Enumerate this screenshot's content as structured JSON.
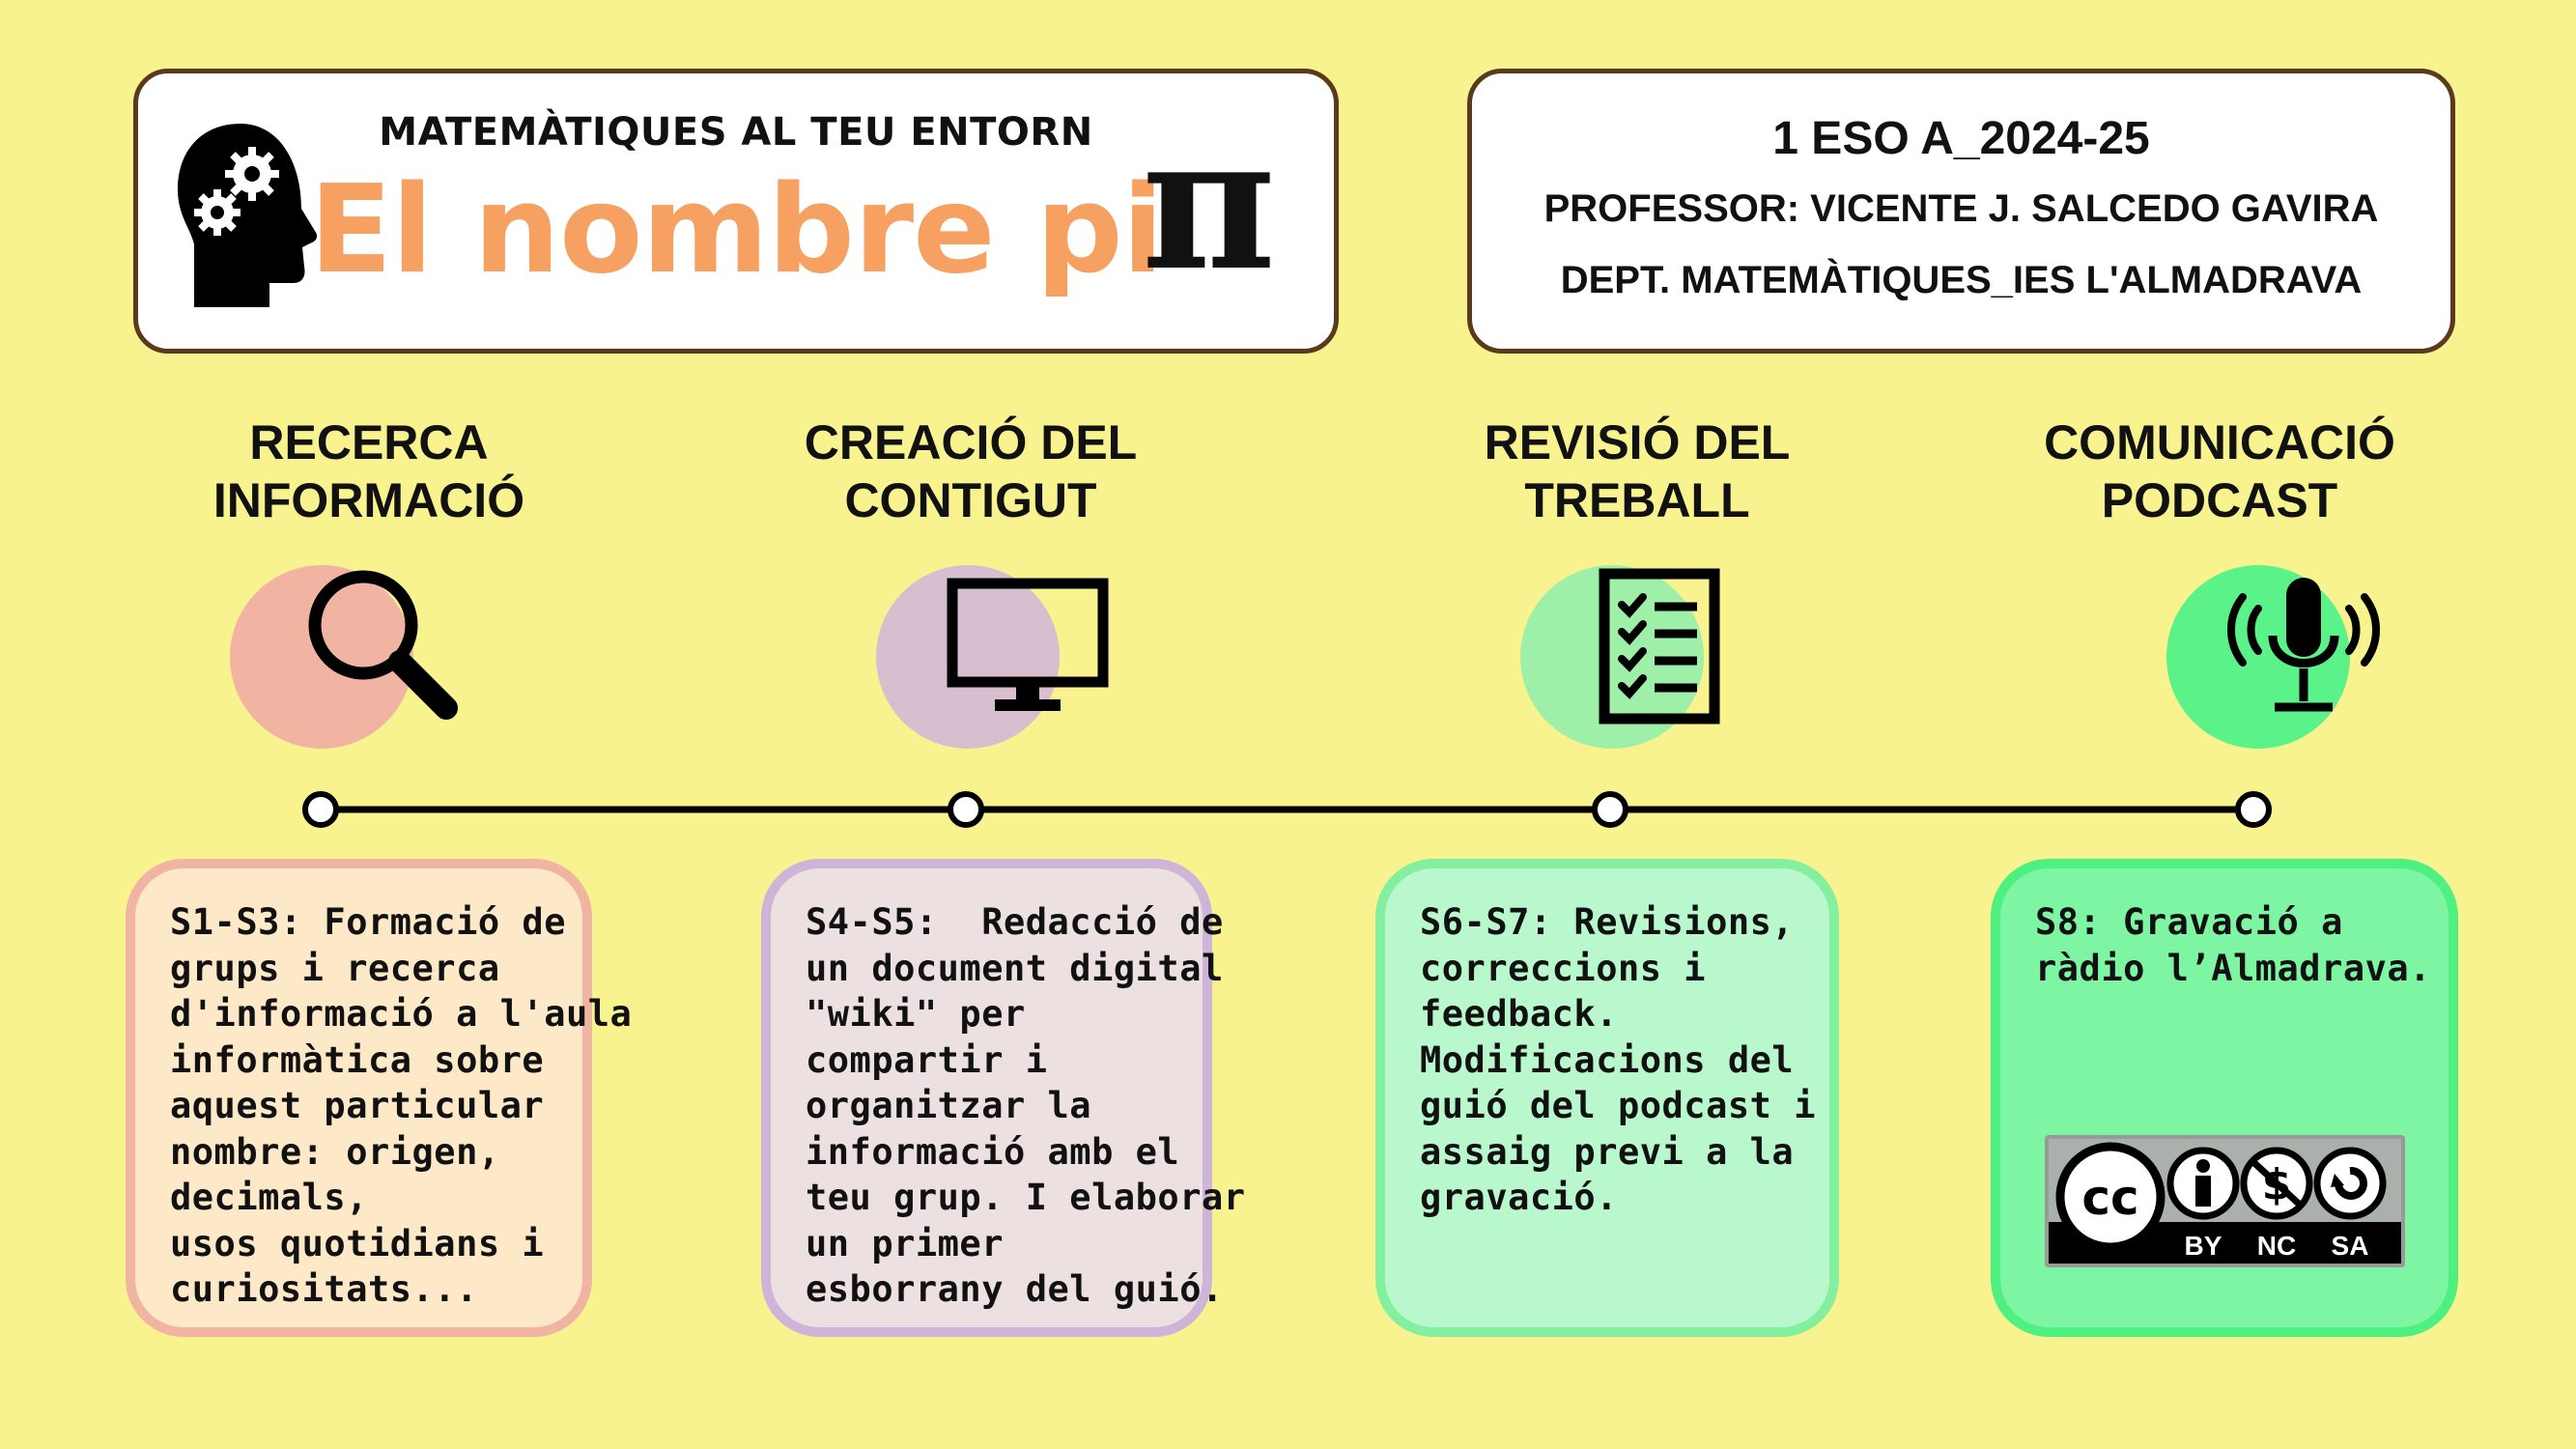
{
  "header": {
    "subtitle": "MATEMÀTIQUES AL TEU ENTORN",
    "title": "El nombre pi",
    "pi_symbol": "π",
    "title_color": "#f6a062",
    "head_icon": "head-gears-icon"
  },
  "info": {
    "lines": [
      "1 ESO A_2024-25",
      "PROFESSOR: VICENTE J. SALCEDO GAVIRA",
      "DEPT. MATEMÀTIQUES_IES L'ALMADRAVA"
    ]
  },
  "phases": [
    {
      "title": [
        "RECERCA",
        "INFORMACIÓ"
      ],
      "icon": "magnifier-icon",
      "circle_color": "#f2b4a2",
      "card_bg": "#fde8c8",
      "card_border": "#f2b4a2",
      "text": [
        "S1-S3: Formació de",
        "grups i recerca",
        "d'informació a l'aula",
        "informàtica sobre",
        "aquest particular",
        "nombre: origen,",
        "decimals,",
        "usos quotidians i",
        "curiositats..."
      ]
    },
    {
      "title": [
        "CREACIÓ DEL",
        "CONTIGUT"
      ],
      "icon": "monitor-icon",
      "circle_color": "#d7bfcf",
      "card_bg": "#ece0e0",
      "card_border": "#cfb4d9",
      "text": [
        "S4-S5:  Redacció de",
        "un document digital",
        "\"wiki\" per",
        "compartir i",
        "organitzar la",
        "informació amb el",
        "teu grup. I elaborar",
        "un primer",
        "esborrany del guió."
      ]
    },
    {
      "title": [
        "REVISIÓ DEL",
        "TREBALL"
      ],
      "icon": "checklist-icon",
      "circle_color": "#9ef0a8",
      "card_bg": "#b9f7cc",
      "card_border": "#84ef9e",
      "text": [
        "S6-S7: Revisions,",
        "correccions i",
        "feedback.",
        "Modificacions del",
        "guió del podcast i",
        "assaig previ a la",
        "gravació."
      ]
    },
    {
      "title": [
        "COMUNICACIÓ",
        "PODCAST"
      ],
      "icon": "microphone-icon",
      "circle_color": "#5cf28a",
      "card_bg": "#7df5a2",
      "card_border": "#4ef082",
      "text": [
        "S8: Gravació a",
        "ràdio l’Almadrava."
      ]
    }
  ],
  "license": {
    "cc": "cc",
    "labels": [
      "BY",
      "NC",
      "SA"
    ]
  }
}
